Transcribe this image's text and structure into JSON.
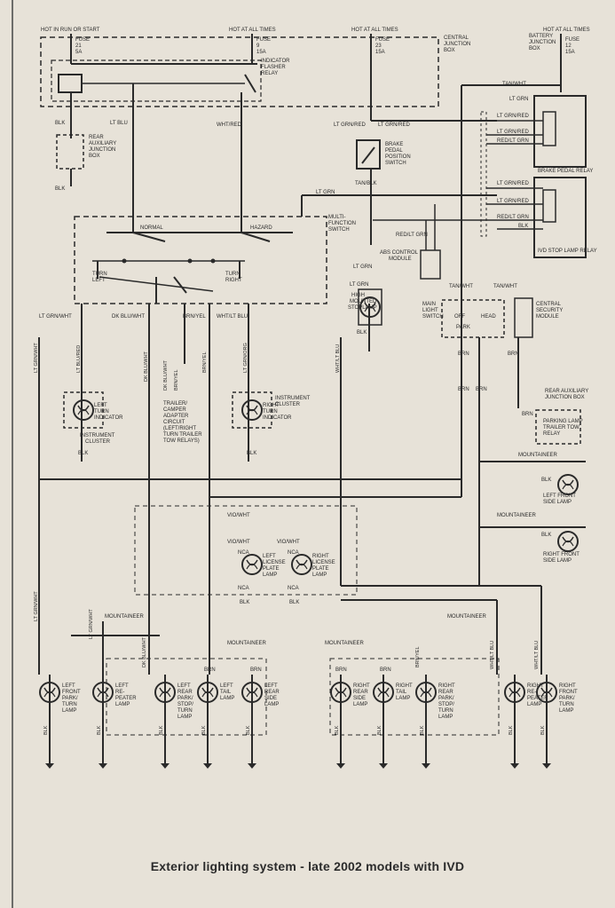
{
  "caption": "Exterior lighting system - late 2002 models with IVD",
  "header": {
    "hot_run_start": "HOT IN RUN OR START",
    "hot_all_1": "HOT AT ALL TIMES",
    "hot_all_2": "HOT AT ALL TIMES",
    "hot_all_3": "HOT AT ALL TIMES"
  },
  "fuses": [
    {
      "line1": "FUSE",
      "line2": "21",
      "line3": "5A"
    },
    {
      "line1": "FUSE",
      "line2": "9",
      "line3": "15A"
    },
    {
      "line1": "FUSE",
      "line2": "23",
      "line3": "15A"
    },
    {
      "line1": "FUSE",
      "line2": "12",
      "line3": "15A"
    }
  ],
  "boxes": {
    "central_junction": [
      "CENTRAL",
      "JUNCTION",
      "BOX"
    ],
    "battery_junction": [
      "BATTERY",
      "JUNCTION",
      "BOX"
    ],
    "flasher_relay": [
      "INDICATOR",
      "FLASHER",
      "RELAY"
    ],
    "rear_aux_box": [
      "REAR",
      "AUXILIARY",
      "JUNCTION",
      "BOX"
    ],
    "brake_switch": [
      "BRAKE",
      "PEDAL",
      "POSITION",
      "SWITCH"
    ],
    "brake_relay": "BRAKE PEDAL RELAY",
    "ivd_relay": "IVD STOP LAMP RELAY",
    "multi_switch": [
      "MULTI-",
      "FUNCTION",
      "SWITCH"
    ],
    "abs_module": [
      "ABS CONTROL",
      "MODULE"
    ],
    "high_stop": [
      "HIGH",
      "MOUNTED",
      "STOPLAMP"
    ],
    "main_light_switch": [
      "MAIN",
      "LIGHT",
      "SWITCH"
    ],
    "security_module": [
      "CENTRAL",
      "SECURITY",
      "MODULE"
    ],
    "rear_aux_box2": [
      "REAR AUXILIARY",
      "JUNCTION BOX"
    ],
    "parking_relay": [
      "PARKING LAMP",
      "TRAILER TOW",
      "RELAY"
    ],
    "left_turn_ind": [
      "LEFT",
      "TURN",
      "INDICATOR"
    ],
    "right_turn_ind": [
      "RIGHT",
      "TURN",
      "INDICATOR"
    ],
    "instrument_1": [
      "INSTRUMENT",
      "CLUSTER"
    ],
    "instrument_2": [
      "INSTRUMENT",
      "CLUSTER"
    ],
    "trailer": [
      "TRAILER/",
      "CAMPER",
      "ADAPTER",
      "CIRCUIT",
      "(LEFT/RIGHT",
      "TURN TRAILER",
      "TOW RELAYS)"
    ],
    "left_side_lamp": [
      "LEFT FRONT",
      "SIDE LAMP"
    ],
    "right_side_lamp": [
      "RIGHT FRONT",
      "SIDE LAMP"
    ],
    "left_plate": [
      "LEFT",
      "LICENSE",
      "PLATE",
      "LAMP"
    ],
    "right_plate": [
      "RIGHT",
      "LICENSE",
      "PLATE",
      "LAMP"
    ]
  },
  "switch_labels": {
    "normal": "NORMAL",
    "hazard": "HAZARD",
    "turn_left": [
      "TURN",
      "LEFT"
    ],
    "turn_right": [
      "TURN",
      "RIGHT"
    ],
    "off": "OFF",
    "head": "HEAD",
    "park": "PARK"
  },
  "wires": {
    "blk": "BLK",
    "lt_blu": "LT BLU",
    "wht_red": "WHT/RED",
    "lt_grn_red": "LT GRN/RED",
    "tan_wht": "TAN/WHT",
    "lt_grn": "LT GRN",
    "red_lt_grn": "RED/LT GRN",
    "tan_blk": "TAN/BLK",
    "lt_grn_wht": "LT GRN/WHT",
    "dk_blu_wht": "DK BLU/WHT",
    "brn_yel": "BRN/YEL",
    "wht_lt_blu": "WHT/LT BLU",
    "lt_blu_red": "LT BLU/RED",
    "lt_grn_org": "LT GRN/ORG",
    "brn": "BRN",
    "vio_wht": "VIO/WHT",
    "nca": "NCA",
    "mountaineer": "MOUNTAINEER"
  },
  "bottom_lamps": [
    [
      "LEFT",
      "FRONT",
      "PARK/",
      "TURN",
      "LAMP"
    ],
    [
      "LEFT",
      "RE-",
      "PEATER",
      "LAMP"
    ],
    [
      "LEFT",
      "REAR",
      "PARK/",
      "STOP/",
      "TURN",
      "LAMP"
    ],
    [
      "LEFT",
      "TAIL",
      "LAMP"
    ],
    [
      "LEFT",
      "REAR",
      "SIDE",
      "LAMP"
    ],
    [
      "RIGHT",
      "REAR",
      "SIDE",
      "LAMP"
    ],
    [
      "RIGHT",
      "TAIL",
      "LAMP"
    ],
    [
      "RIGHT",
      "REAR",
      "PARK/",
      "STOP/",
      "TURN",
      "LAMP"
    ],
    [
      "RIGHT",
      "RE-",
      "PEATER",
      "LAMP"
    ],
    [
      "RIGHT",
      "FRONT",
      "PARK/",
      "TURN",
      "LAMP"
    ]
  ]
}
